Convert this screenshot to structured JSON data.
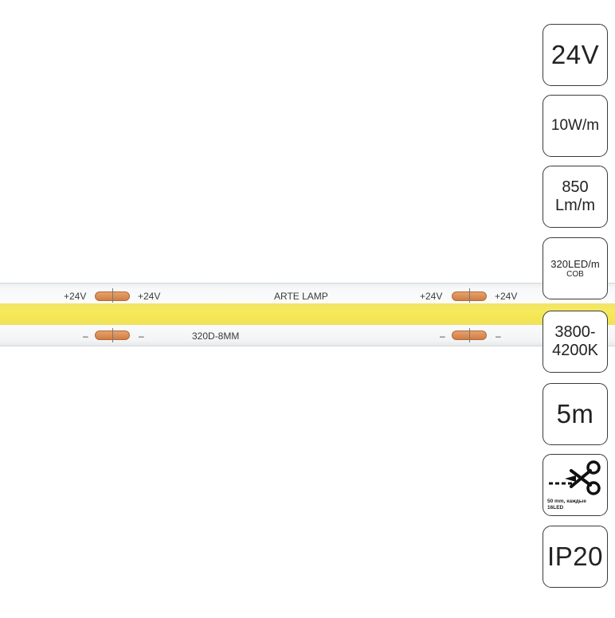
{
  "strip": {
    "brand": "ARTE LAMP",
    "model": "320D-8MM",
    "positive_label": "+24V",
    "negative_label": "–"
  },
  "specs": {
    "voltage": "24V",
    "power": "10W/m",
    "flux_value": "850",
    "flux_unit": "Lm/m",
    "led_count": "320LED/m",
    "led_type": "COB",
    "cct_from": "3800-",
    "cct_to": "4200K",
    "length": "5m",
    "cut_note_line1": "50 mm, каждые",
    "cut_note_line2": "16LED",
    "ip": "IP20"
  },
  "colors": {
    "led": "#f4e655",
    "pad": "#d98a52",
    "border": "#3a3a3a"
  }
}
